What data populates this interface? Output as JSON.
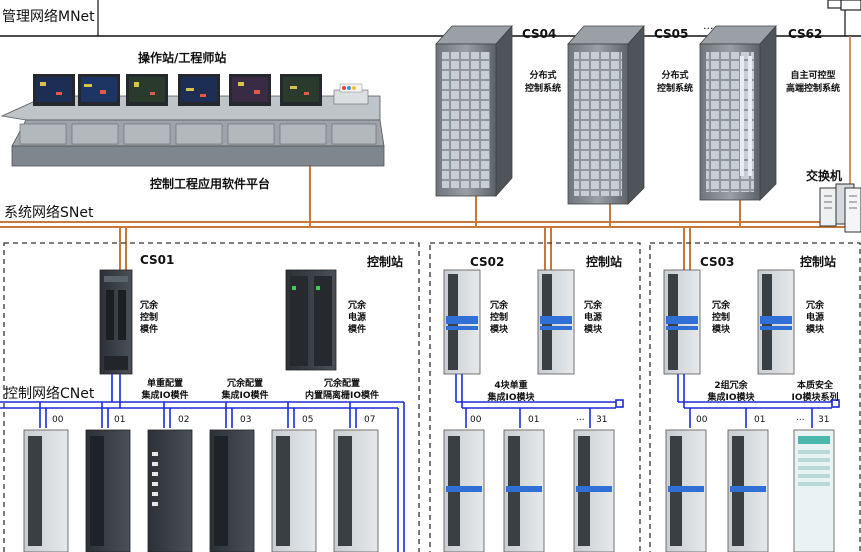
{
  "networks": {
    "management": "管理网络MNet",
    "system": "系统网络SNet",
    "control": "控制网络CNet"
  },
  "operator": {
    "title": "操作站/工程师站",
    "platform": "控制工程应用软件平台"
  },
  "cabinets": [
    {
      "id": "CS04",
      "desc1": "分布式",
      "desc2": "控制系统"
    },
    {
      "id": "CS05",
      "desc1": "分布式",
      "desc2": "控制系统"
    },
    {
      "id": "CS62",
      "desc1": "自主可控型",
      "desc2": "高端控制系统"
    }
  ],
  "ellipsis": "...",
  "switch_label": "交换机",
  "station_label": "控制站",
  "stations": [
    {
      "id": "CS01",
      "ctrl": [
        "冗余",
        "控制",
        "模件"
      ],
      "power": [
        "冗余",
        "电源",
        "模件"
      ]
    },
    {
      "id": "CS02",
      "ctrl": [
        "冗余",
        "控制",
        "模块"
      ],
      "power": [
        "冗余",
        "电源",
        "模块"
      ]
    },
    {
      "id": "CS03",
      "ctrl": [
        "冗余",
        "控制",
        "模块"
      ],
      "power": [
        "冗余",
        "电源",
        "模块"
      ]
    }
  ],
  "io_groups": {
    "cs01": [
      {
        "line1": "单重配置",
        "line2": "集成IO模件"
      },
      {
        "line1": "冗余配置",
        "line2": "集成IO模件"
      },
      {
        "line1": "冗余配置",
        "line2": "内置隔离栅IO模件"
      }
    ],
    "cs02": {
      "line1": "4块单重",
      "line2": "集成IO模块"
    },
    "cs03": [
      {
        "line1": "2组冗余",
        "line2": "集成IO模块"
      },
      {
        "line1": "本质安全",
        "line2": "IO模块系列"
      }
    ]
  },
  "addresses": {
    "cs01": [
      "00",
      "01",
      "02",
      "03",
      "05",
      "07"
    ],
    "cs02": [
      "00",
      "01",
      "31"
    ],
    "cs03": [
      "00",
      "01",
      "31"
    ]
  },
  "colors": {
    "snet": "#c8783a",
    "cnet": "#1b2bd6",
    "device": "#3a4046"
  }
}
